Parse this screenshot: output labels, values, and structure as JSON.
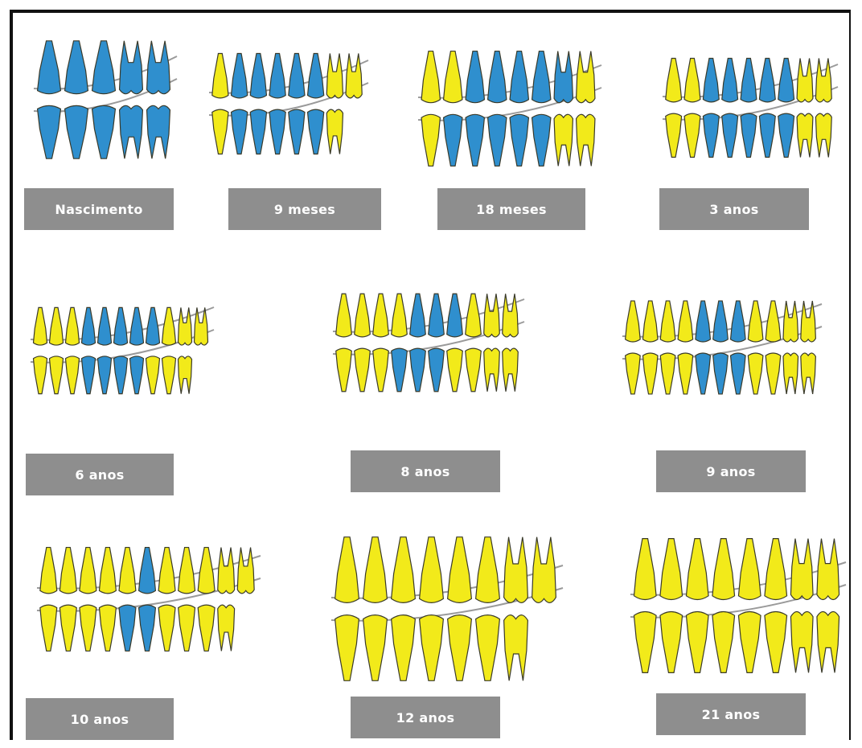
{
  "figure": {
    "colors": {
      "primary_teeth": "#2f8fce",
      "permanent_teeth": "#f2ea1a",
      "label_bg": "#8e8e8e",
      "label_text": "#ffffff"
    },
    "stages": [
      {
        "label": "Nascimento",
        "primary": 10,
        "permanent": 0
      },
      {
        "label": "9 meses",
        "primary": 10,
        "permanent": 5
      },
      {
        "label": "18 meses",
        "primary": 10,
        "permanent": 6
      },
      {
        "label": "3 anos",
        "primary": 10,
        "permanent": 8
      },
      {
        "label": "6 anos",
        "primary": 9,
        "permanent": 12
      },
      {
        "label": "8 anos",
        "primary": 6,
        "permanent": 14
      },
      {
        "label": "9 anos",
        "primary": 6,
        "permanent": 16
      },
      {
        "label": "10 anos",
        "primary": 3,
        "permanent": 18
      },
      {
        "label": "12 anos",
        "primary": 0,
        "permanent": 15
      },
      {
        "label": "21 anos",
        "primary": 0,
        "permanent": 16
      }
    ]
  }
}
